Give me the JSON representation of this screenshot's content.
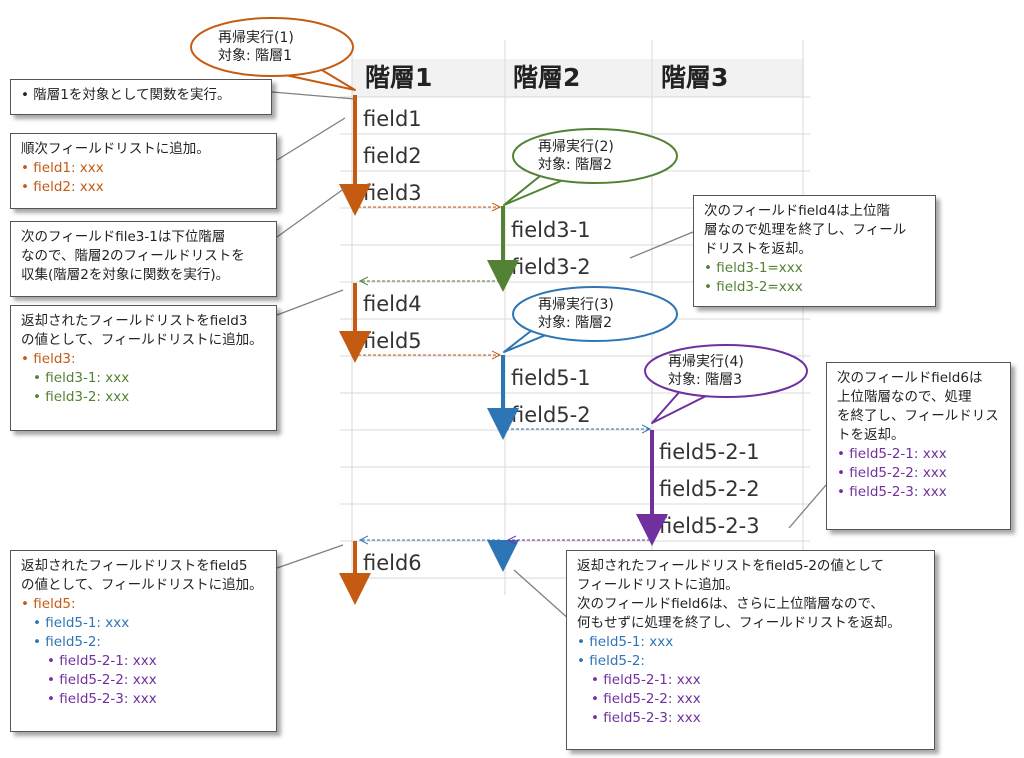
{
  "headers": [
    "階層1",
    "階層2",
    "階層3"
  ],
  "fields": {
    "f1": "field1",
    "f2": "field2",
    "f3": "field3",
    "f31": "field3-1",
    "f32": "field3-2",
    "f4": "field4",
    "f5": "field5",
    "f51": "field5-1",
    "f52": "field5-2",
    "f521": "field5-2-1",
    "f522": "field5-2-2",
    "f523": "field5-2-3",
    "f6": "field6"
  },
  "bubbles": {
    "b1": [
      "再帰実行(1)",
      "対象: 階層1"
    ],
    "b2": [
      "再帰実行(2)",
      "対象: 階層2"
    ],
    "b3": [
      "再帰実行(3)",
      "対象: 階層2"
    ],
    "b4": [
      "再帰実行(4)",
      "対象: 階層3"
    ]
  },
  "notes": {
    "n1": [
      "• 階層1を対象として関数を実行。"
    ],
    "n2": [
      "順次フィールドリストに追加。",
      "• field1: xxx",
      "• field2: xxx"
    ],
    "n3": [
      "次のフィールドfile3-1は下位階層",
      "なので、階層2のフィールドリストを",
      "収集(階層2を対象に関数を実行)。"
    ],
    "n4": [
      "返却されたフィールドリストをfield3",
      "の値として、フィールドリストに追加。",
      "• field3:",
      "• field3-1: xxx",
      "• field3-2: xxx"
    ],
    "n5": [
      "次のフィールドfield4は上位階",
      "層なので処理を終了し、フィール",
      "ドリストを返却。",
      "• field3-1=xxx",
      "• field3-2=xxx"
    ],
    "n6": [
      "次のフィールドfield6は",
      "上位階層なので、処理",
      "を終了し、フィールドリス",
      "トを返却。",
      "• field5-2-1: xxx",
      "• field5-2-2: xxx",
      "• field5-2-3: xxx"
    ],
    "n7": [
      "返却されたフィールドリストをfield5",
      "の値として、フィールドリストに追加。",
      "• field5:",
      "• field5-1: xxx",
      "• field5-2:",
      "• field5-2-1: xxx",
      "• field5-2-2: xxx",
      "• field5-2-3: xxx"
    ],
    "n8": [
      "返却されたフィールドリストをfield5-2の値として",
      "フィールドリストに追加。",
      "次のフィールドfield6は、さらに上位階層なので、",
      "何もせずに処理を終了し、フィールドリストを返却。",
      "• field5-1: xxx",
      "• field5-2:",
      "• field5-2-1: xxx",
      "• field5-2-2: xxx",
      "• field5-2-3: xxx"
    ]
  },
  "colors": {
    "orange": "#c55a11",
    "green": "#548235",
    "blue": "#2e75b6",
    "purple": "#7030a0",
    "grid": "#d9d9d9",
    "header_bg": "#f2f2f2"
  }
}
